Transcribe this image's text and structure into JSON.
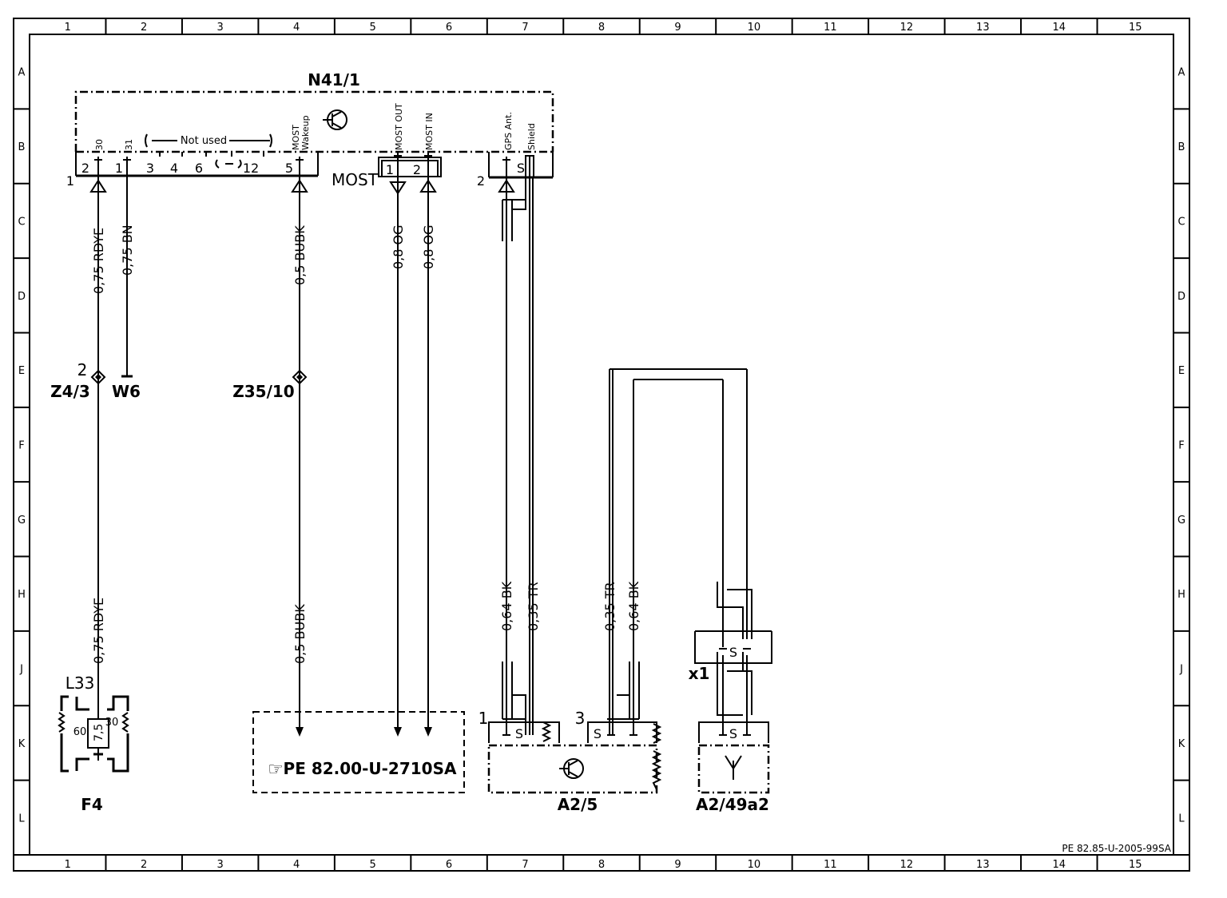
{
  "frame": {
    "columns": [
      "1",
      "2",
      "3",
      "4",
      "5",
      "6",
      "7",
      "8",
      "9",
      "10",
      "11",
      "12",
      "13",
      "14",
      "15"
    ],
    "rows": [
      "A",
      "B",
      "C",
      "D",
      "E",
      "F",
      "G",
      "H",
      "J",
      "K",
      "L"
    ],
    "doc_code": "PE 82.85-U-2005-99SA"
  },
  "n41": {
    "title": "N41/1",
    "pin_labels": [
      "30",
      "31",
      "Not used",
      "MOST Wakeup",
      "MOST OUT",
      "MOST IN",
      "GPS Ant.",
      "Shield"
    ],
    "terminals": [
      "2",
      "1",
      "3",
      "4",
      "6",
      "12",
      "5",
      "1",
      "2",
      "S"
    ],
    "connector_nums": [
      "1",
      "2"
    ],
    "most_label": "MOST"
  },
  "wires": {
    "rdye_top": "0,75 RDYE",
    "bn": "0,75 BN",
    "bubk_top": "0,5 BUBK",
    "og1": "0,8 OG",
    "og2": "0,8 OG",
    "rdye_bottom": "0,75 RDYE",
    "bubk_bottom": "0,5 BUBK",
    "bk1": "0,64 BK",
    "tr1": "0,35 TR",
    "tr2": "0,35 TR",
    "bk2": "0,64 BK"
  },
  "components": {
    "z4": "Z4/3",
    "z4_pin": "2",
    "w6": "W6",
    "z35": "Z35/10",
    "l33": "L33",
    "fuse_value": "7,5",
    "fuse_left": "60",
    "fuse_right": "30",
    "f4": "F4",
    "a2_5": "A2/5",
    "a2_5_pin1": "1",
    "a2_5_pin3": "3",
    "a2_49": "A2/49a2",
    "x1": "x1",
    "shield_s": "S"
  },
  "reference": {
    "hand": "☞",
    "text": "PE 82.00-U-2710SA"
  }
}
